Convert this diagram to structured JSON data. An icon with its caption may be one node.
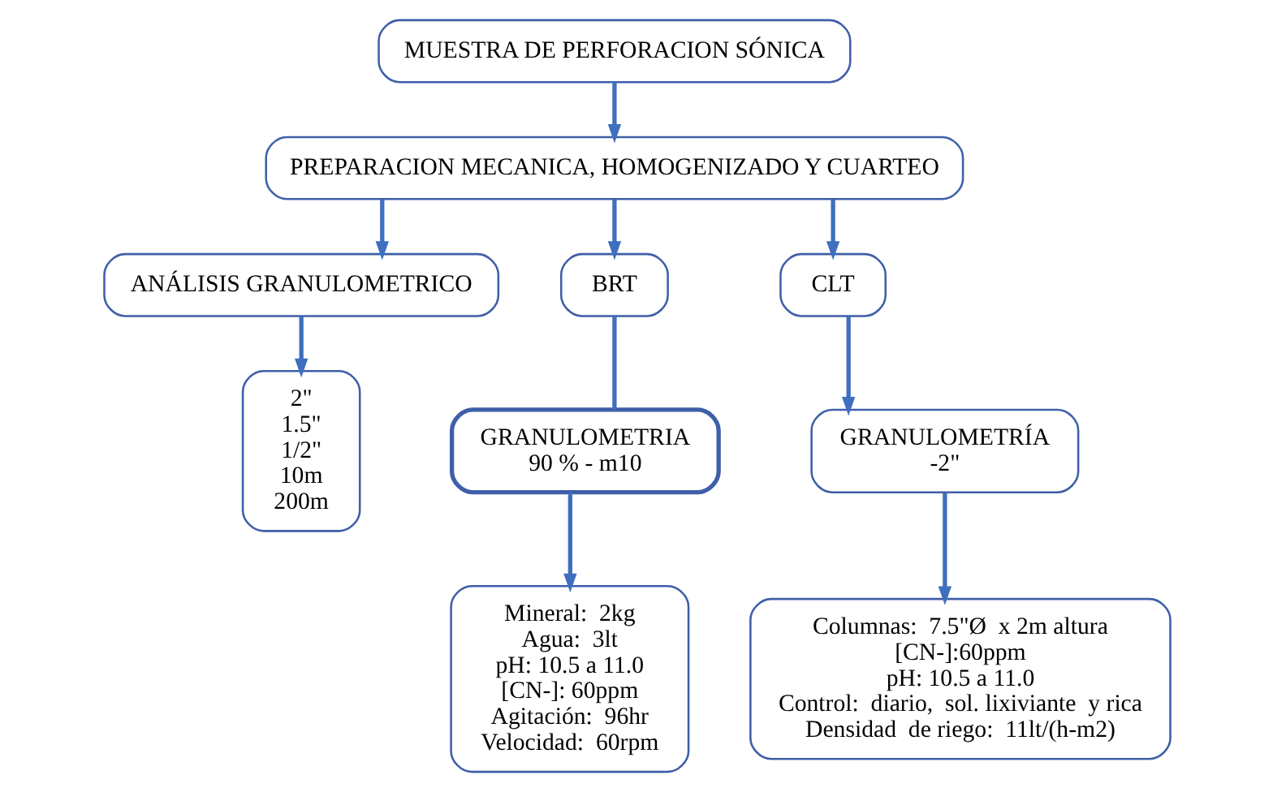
{
  "diagram": {
    "nodes": [
      {
        "text": [
          "MUESTRA DE PERFORACION SÓNICA"
        ]
      },
      {
        "text": [
          "PREPARACION MECANICA, HOMOGENIZADO Y CUARTEO"
        ]
      },
      {
        "text": [
          "ANÁLISIS GRANULOMETRICO"
        ]
      },
      {
        "text": [
          "BRT"
        ]
      },
      {
        "text": [
          "CLT"
        ]
      },
      {
        "text": [
          "2\"",
          "1.5\"",
          "1/2\"",
          "10m",
          "200m"
        ]
      },
      {
        "text": [
          "GRANULOMETRIA",
          "90 % - m10"
        ]
      },
      {
        "text": [
          "GRANULOMETRÍA",
          "-2\""
        ]
      },
      {
        "text": [
          "Mineral:  2kg",
          "Agua:  3lt",
          "pH: 10.5 a 11.0",
          "[CN-]: 60ppm",
          "Agitación:  96hr",
          "Velocidad:  60rpm"
        ]
      },
      {
        "text": [
          "Columnas:  7.5\"Ø  x 2m altura",
          "[CN-]:60ppm",
          "pH: 10.5 a 11.0",
          "Control:  diario,  sol. lixiviante  y rica",
          "Densidad  de riego:  11lt/(h-m2)"
        ]
      }
    ],
    "edges": [
      {
        "from": 0,
        "to": 1,
        "arrow": "to"
      },
      {
        "from": 1,
        "to": 2,
        "arrow": "to"
      },
      {
        "from": 1,
        "to": 3,
        "arrow": "to"
      },
      {
        "from": 1,
        "to": 4,
        "arrow": "to"
      },
      {
        "from": 2,
        "to": 5,
        "arrow": "to"
      },
      {
        "from": 3,
        "to": 6,
        "arrow": "none"
      },
      {
        "from": 4,
        "to": 7,
        "arrow": "to"
      },
      {
        "from": 6,
        "to": 8,
        "arrow": "to"
      },
      {
        "from": 7,
        "to": 9,
        "arrow": "to"
      }
    ]
  }
}
